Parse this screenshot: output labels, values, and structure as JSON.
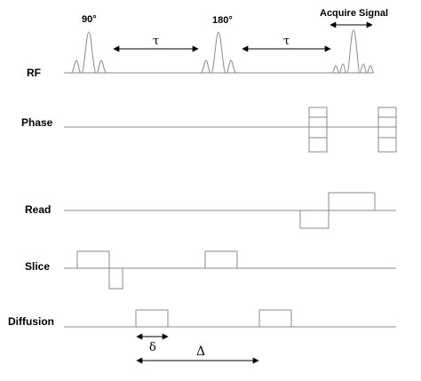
{
  "rows": {
    "rf": "RF",
    "phase": "Phase",
    "read": "Read",
    "slice": "Slice",
    "diffusion": "Diffusion"
  },
  "pulses": {
    "p90": "90°",
    "p180": "180°",
    "acquire": "Acquire Signal"
  },
  "timings": {
    "tau_1": "τ",
    "tau_2": "τ",
    "small_delta": "δ",
    "big_delta": "Δ"
  }
}
